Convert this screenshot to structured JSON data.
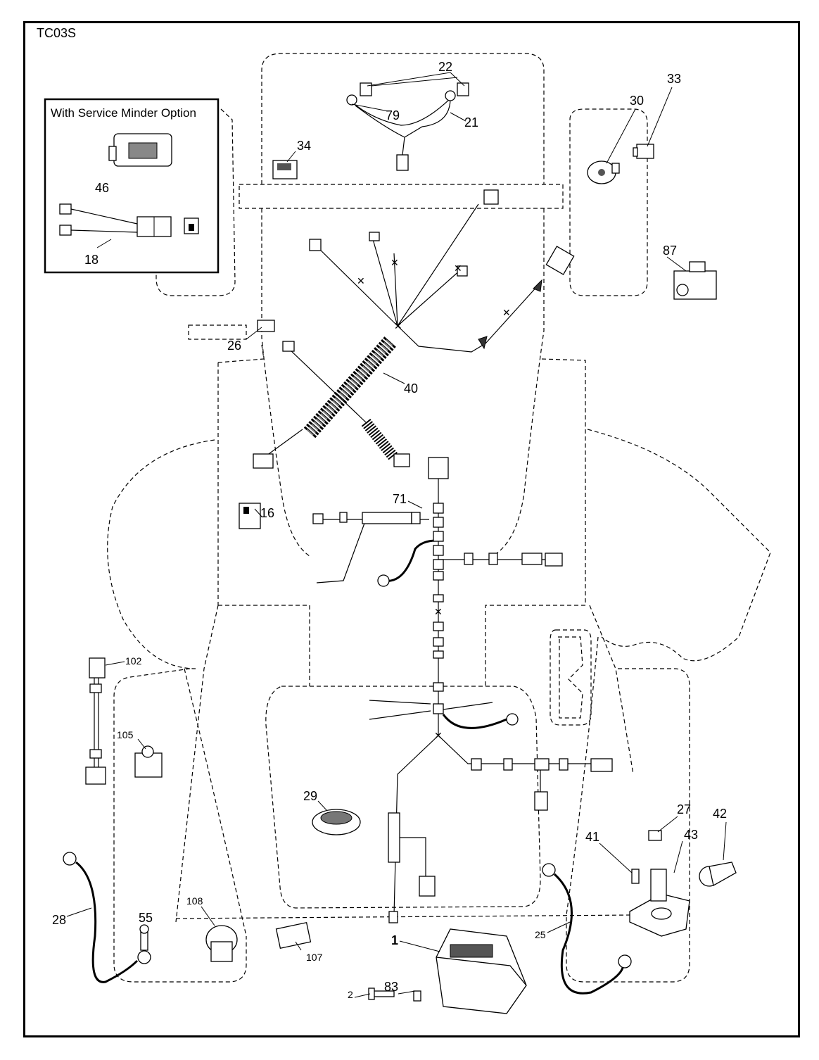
{
  "diagram_code": "TC03S",
  "option_box": {
    "title": "With Service Minder Option",
    "parts": [
      "46",
      "18"
    ]
  },
  "callouts": {
    "p1": "1",
    "p2": "2",
    "p16": "16",
    "p18": "18",
    "p21": "21",
    "p22": "22",
    "p25": "25",
    "p26": "26",
    "p27": "27",
    "p28": "28",
    "p29": "29",
    "p30": "30",
    "p33": "33",
    "p34": "34",
    "p40": "40",
    "p41": "41",
    "p42": "42",
    "p43": "43",
    "p46": "46",
    "p55": "55",
    "p71": "71",
    "p79": "79",
    "p83": "83",
    "p87": "87",
    "p102": "102",
    "p105": "105",
    "p107": "107",
    "p108": "108"
  }
}
